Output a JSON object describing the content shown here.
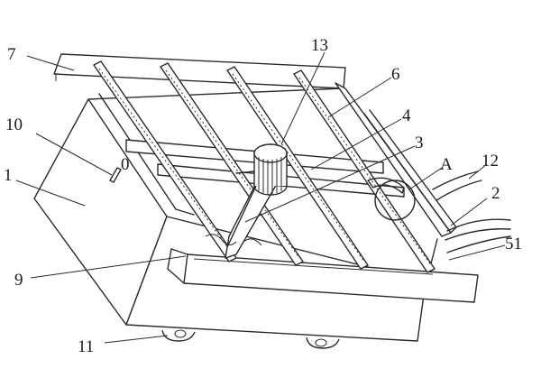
{
  "figure": {
    "labels": {
      "l7": "7",
      "l13": "13",
      "l6": "6",
      "l10": "10",
      "l4": "4",
      "l1": "1",
      "l3": "3",
      "lA": "A",
      "l12": "12",
      "l2": "2",
      "l51": "51",
      "l9": "9",
      "l11": "11"
    },
    "marks": {
      "hole": "0"
    }
  }
}
